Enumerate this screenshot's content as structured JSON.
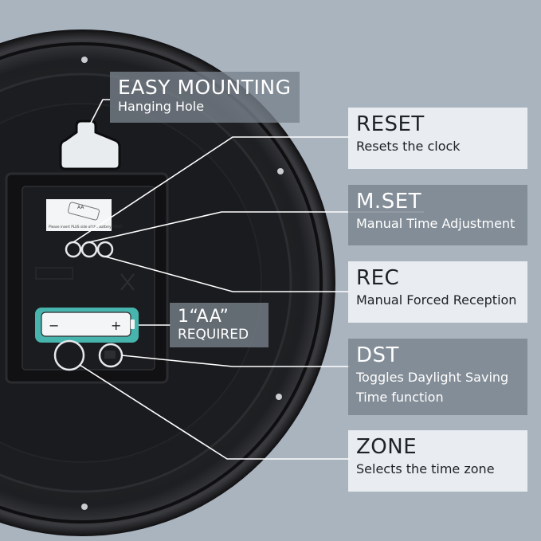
{
  "callouts": {
    "easy_mounting": {
      "title": "EASY MOUNTING",
      "desc": "Hanging Hole"
    },
    "reset": {
      "title": "RESET",
      "desc": "Resets the clock"
    },
    "mset": {
      "title": "M.SET",
      "desc": "Manual Time Adjustment"
    },
    "rec": {
      "title": "REC",
      "desc": "Manual Forced Reception"
    },
    "battery": {
      "title": "1“AA”",
      "desc": "REQUIRED"
    },
    "dst": {
      "title": "DST",
      "desc_line1": "Toggles Daylight Saving",
      "desc_line2": "Time function"
    },
    "zone": {
      "title": "ZONE",
      "desc": "Selects the time zone"
    }
  },
  "movement": {
    "sticker_text": "Please insert PLUS side of the battery FIRST!",
    "sticker_plus": "PLUS",
    "sticker_battery": "AA",
    "battery_minus": "−",
    "battery_plus": "+"
  },
  "colors": {
    "background": "#aab4bf",
    "clock_body": "#1a1a1c",
    "battery_highlight": "#4fd0c8",
    "pointer_line": "#ffffff"
  }
}
